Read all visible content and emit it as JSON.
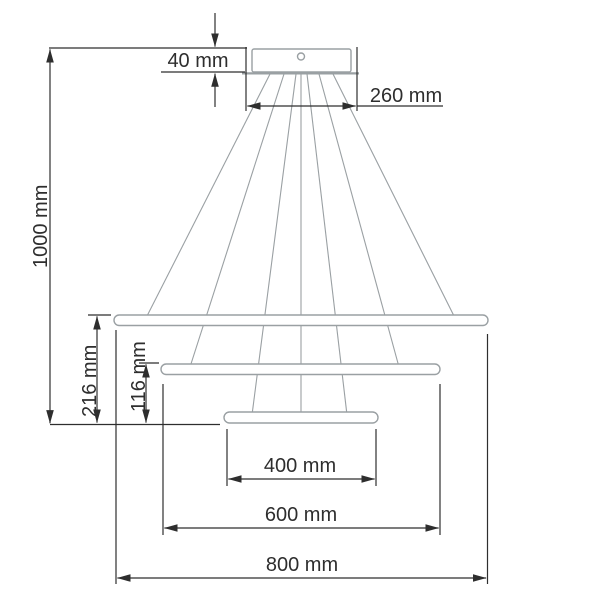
{
  "title": "Pendant ceiling lamp dimension drawing",
  "labels": {
    "canopy_height": "40 mm",
    "canopy_diameter": "260 mm",
    "overall_height": "1000 mm",
    "ring_stack_height": "216 mm",
    "inner_ring_drop": "116 mm",
    "small_ring_diameter": "400 mm",
    "middle_ring_diameter": "600 mm",
    "large_ring_diameter": "800 mm"
  },
  "colors": {
    "dimension_lines": "#2e2e2e",
    "lamp_outline": "#9aa0a3",
    "background": "#ffffff"
  },
  "components": {
    "canopy": "ceiling canopy with mount hole",
    "rings": [
      "large ring 800 mm",
      "middle ring 600 mm",
      "small ring 400 mm"
    ],
    "cables": "7 suspension cables"
  }
}
